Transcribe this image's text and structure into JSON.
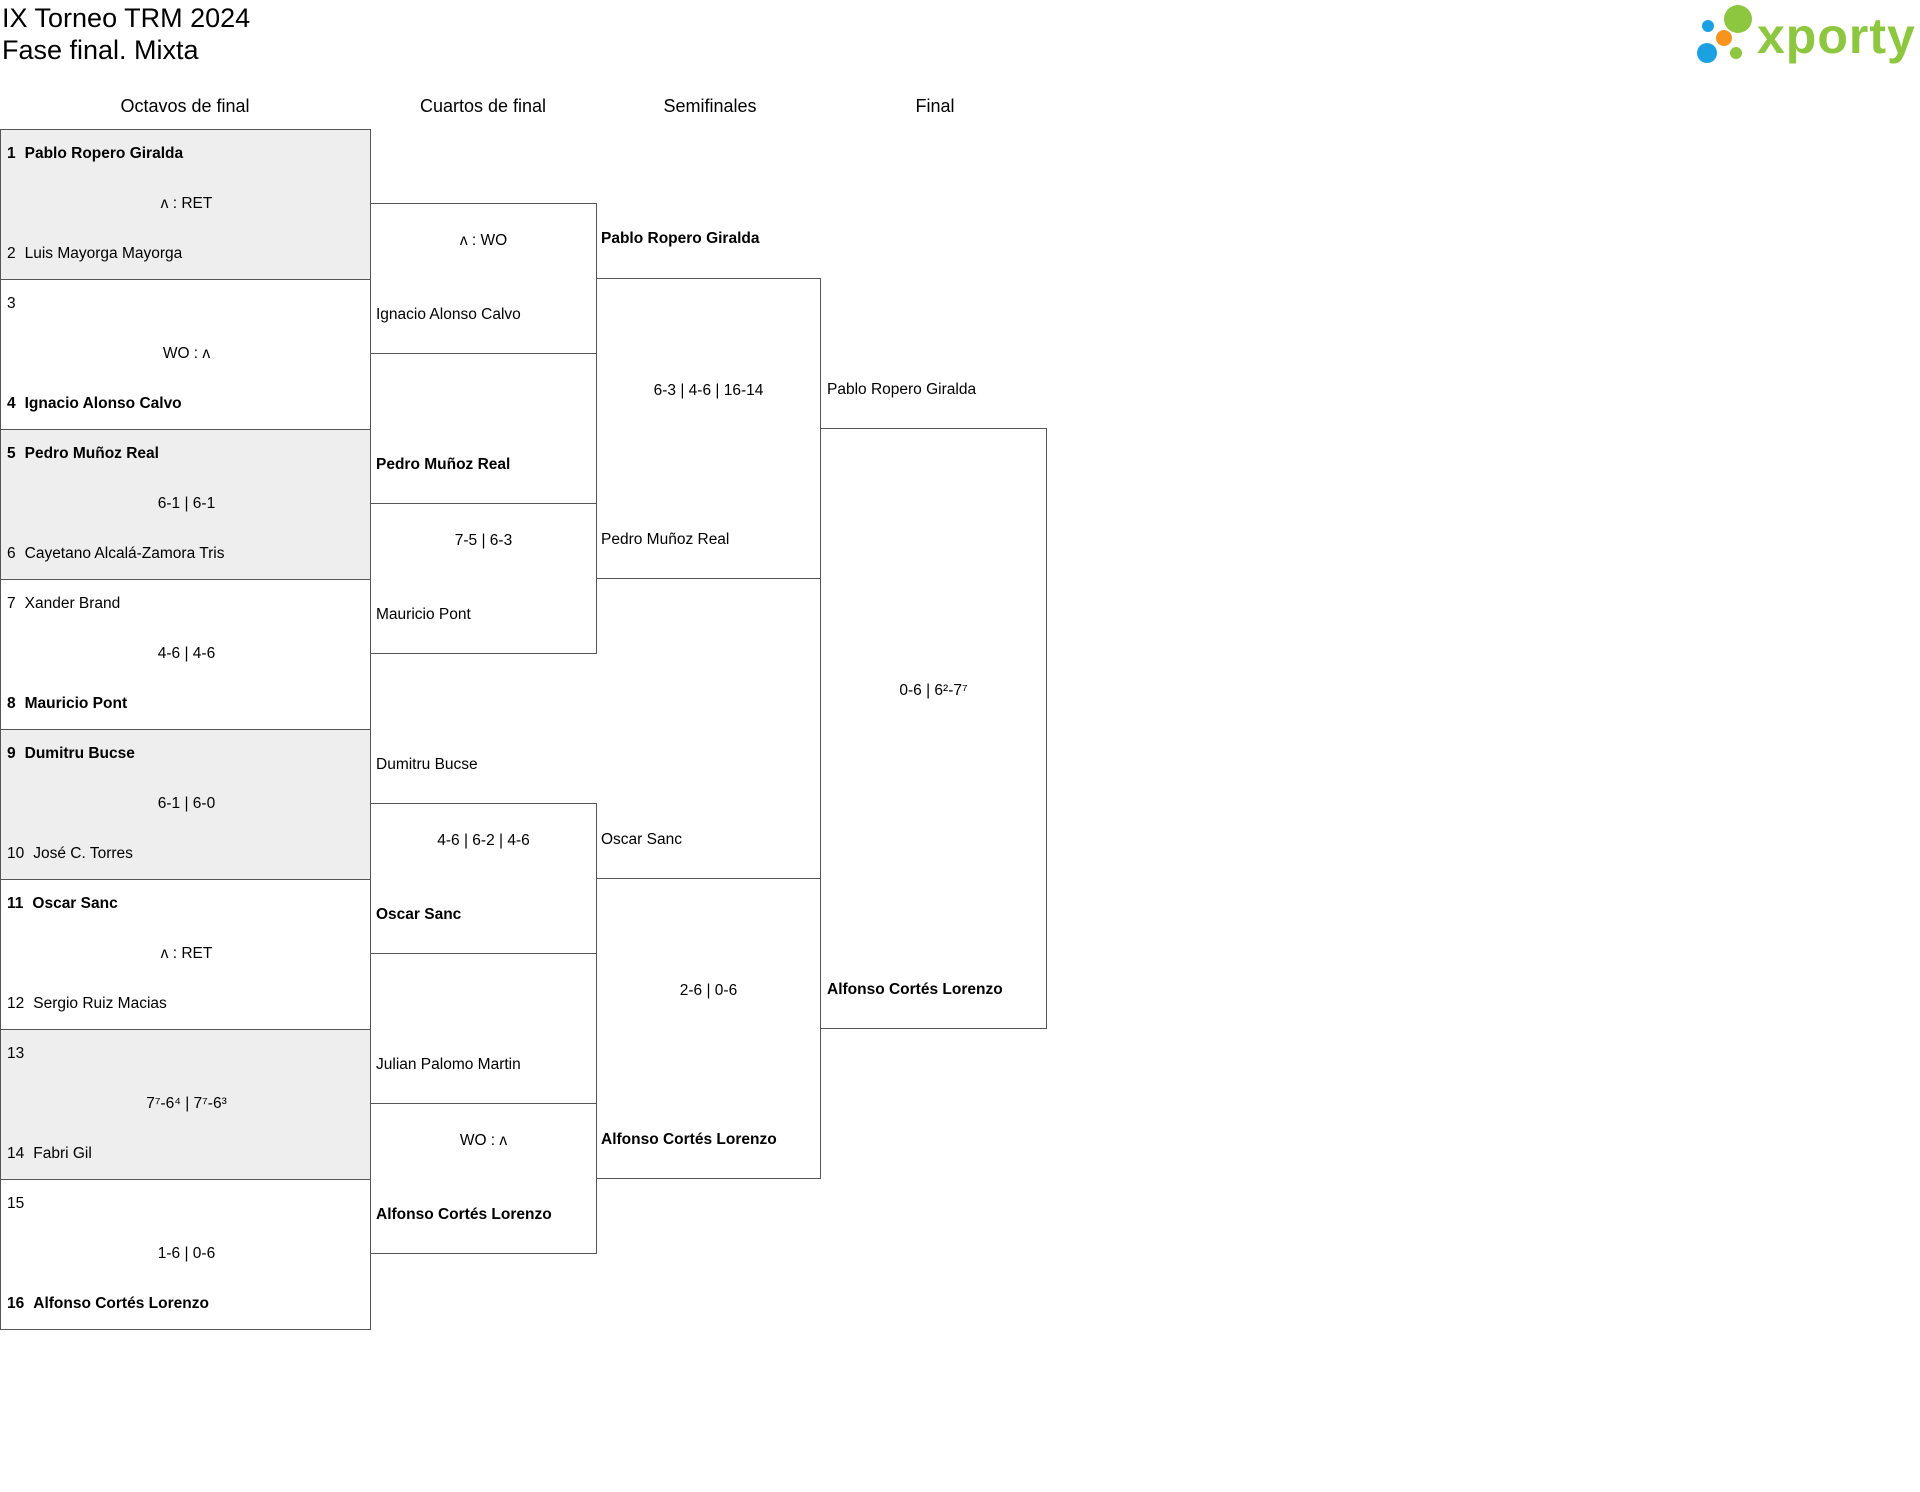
{
  "header": {
    "title_line1": "IX Torneo TRM 2024",
    "title_line2": "Fase final. Mixta",
    "logo_text": "xporty"
  },
  "colors": {
    "logo_green": "#8dc63f",
    "logo_blue": "#1ba1e2",
    "logo_orange": "#f7941d",
    "shaded_row": "#eeeeee",
    "border": "#555555"
  },
  "rounds": {
    "r16": "Octavos de final",
    "qf": "Cuartos de final",
    "sf": "Semifinales",
    "final": "Final"
  },
  "r16": [
    {
      "top": {
        "seed": "1",
        "name": "Pablo Ropero Giralda"
      },
      "bottom": {
        "seed": "2",
        "name": "Luis Mayorga Mayorga"
      },
      "score": "ᴧ : RET"
    },
    {
      "top": {
        "seed": "3",
        "name": ""
      },
      "bottom": {
        "seed": "4",
        "name": "Ignacio Alonso Calvo"
      },
      "score": "WO : ᴧ"
    },
    {
      "top": {
        "seed": "5",
        "name": "Pedro Muñoz Real"
      },
      "bottom": {
        "seed": "6",
        "name": "Cayetano Alcalá-Zamora Tris"
      },
      "score": "6-1 | 6-1"
    },
    {
      "top": {
        "seed": "7",
        "name": "Xander Brand"
      },
      "bottom": {
        "seed": "8",
        "name": "Mauricio Pont"
      },
      "score": "4-6 | 4-6"
    },
    {
      "top": {
        "seed": "9",
        "name": "Dumitru Bucse"
      },
      "bottom": {
        "seed": "10",
        "name": "José C. Torres"
      },
      "score": "6-1 | 6-0"
    },
    {
      "top": {
        "seed": "11",
        "name": "Oscar Sanc"
      },
      "bottom": {
        "seed": "12",
        "name": "Sergio Ruiz Macias"
      },
      "score": "ᴧ : RET"
    },
    {
      "top": {
        "seed": "13",
        "name": ""
      },
      "bottom": {
        "seed": "14",
        "name": "Fabri Gil"
      },
      "score": "7⁷-6⁴ | 7⁷-6³"
    },
    {
      "top": {
        "seed": "15",
        "name": ""
      },
      "bottom": {
        "seed": "16",
        "name": "Alfonso Cortés Lorenzo"
      },
      "score": "1-6 | 0-6"
    }
  ],
  "qf": [
    {
      "top": "Pablo Ropero Giralda",
      "bottom": "Ignacio Alonso Calvo",
      "score": "ᴧ : WO"
    },
    {
      "top": "Pedro Muñoz Real",
      "bottom": "Mauricio Pont",
      "score": "7-5 | 6-3"
    },
    {
      "top": "Dumitru Bucse",
      "bottom": "Oscar Sanc",
      "score": "4-6 | 6-2 | 4-6"
    },
    {
      "top": "Julian Palomo Martin",
      "bottom": "Alfonso Cortés Lorenzo",
      "score": "WO : ᴧ"
    }
  ],
  "sf": [
    {
      "top": "Pablo Ropero Giralda",
      "bottom": "Pedro Muñoz Real",
      "score": "6-3 | 4-6 | 16-14"
    },
    {
      "top": "Oscar Sanc",
      "bottom": "Alfonso Cortés Lorenzo",
      "score": "2-6 | 0-6"
    }
  ],
  "final": {
    "top": "Pablo Ropero Giralda",
    "bottom": "Alfonso Cortés Lorenzo",
    "score": "0-6 | 6²-7⁷"
  }
}
